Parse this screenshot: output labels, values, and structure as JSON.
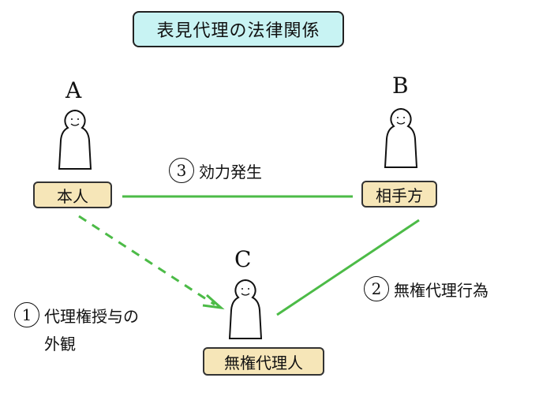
{
  "title": "表見代理の法律関係",
  "colors": {
    "line": "#4cbb47",
    "label_fill": "#f6e6b8",
    "title_fill": "#c8f3f3"
  },
  "parties": {
    "a": {
      "letter": "A",
      "role": "本人"
    },
    "b": {
      "letter": "B",
      "role": "相手方"
    },
    "c": {
      "letter": "C",
      "role": "無権代理人"
    }
  },
  "annotations": {
    "one": {
      "number": "1",
      "line1": "代理権授与の",
      "line2": "外観"
    },
    "two": {
      "number": "2",
      "text": "無権代理行為"
    },
    "three": {
      "number": "3",
      "text": "効力発生"
    }
  },
  "relations": [
    {
      "from": "a",
      "to": "c",
      "style": "dashed-arrow",
      "annotation": "1"
    },
    {
      "from": "c",
      "to": "b",
      "style": "solid",
      "annotation": "2"
    },
    {
      "from": "a",
      "to": "b",
      "style": "solid",
      "annotation": "3"
    }
  ]
}
